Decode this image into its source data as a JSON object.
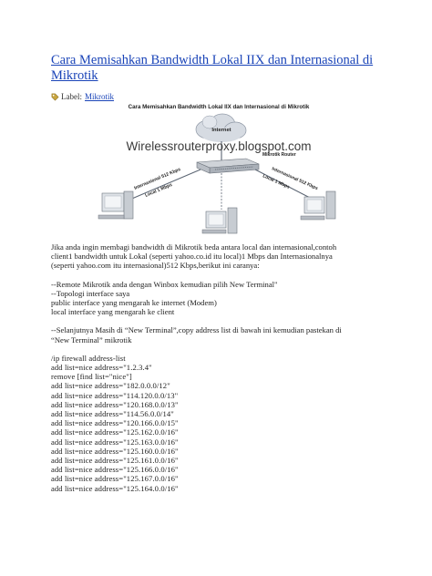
{
  "post": {
    "title": "Cara Memisahkan Bandwidth Lokal IIX dan Internasional di Mikrotik",
    "label_prefix": "Label:",
    "label_link": "Mikrotik"
  },
  "diagram": {
    "heading": "Cara Memisahkan Bandwidth Lokal IIX dan Internasional di Mikrotik",
    "watermark": "Wirelessrouterproxy.blogspot.com",
    "internet_label": "Internet",
    "router_label": "Mikrotik Router",
    "left_link_top": "Internasional 512 Kbps",
    "left_link_bottom": "Local 1 Mbps",
    "right_link_top": "Internasional 512 Kbps",
    "right_link_bottom": "Local 1 Mbps",
    "colors": {
      "cloud": "#d6dbe2",
      "line": "#5b6573",
      "watermark": "#3a3a3a"
    }
  },
  "content": {
    "intro": [
      "Jika anda ingin membagi bandwidth di Mikrotik beda antara local dan internasional,contoh",
      "client1 bandwidth untuk Lokal (seperti yahoo.co.id itu local)1 Mbps dan Internasionalnya",
      "(seperti yahoo.com itu internasional)512 Kbps,berikut ini caranya:"
    ],
    "remote": [
      "--Remote Mikrotik anda dengan Winbox kemudian pilih New Terminal\"",
      "--Topologi interface saya",
      "public interface yang mengarah ke internet (Modem)",
      "local interface yang mengarah ke client"
    ],
    "step": [
      "--Selanjutnya Masih di “New Terminal”,copy address list di bawah ini kemudian pastekan di",
      "“New Terminal” mikrotik"
    ],
    "code": [
      "/ip firewall address-list",
      "add list=nice address=\"1.2.3.4\"",
      "remove [find list=\"nice\"]",
      "add list=nice address=\"182.0.0.0/12\"",
      "add list=nice address=\"114.120.0.0/13\"",
      "add list=nice address=\"120.168.0.0/13\"",
      "add list=nice address=\"114.56.0.0/14\"",
      "add list=nice address=\"120.166.0.0/15\"",
      "add list=nice address=\"125.162.0.0/16\"",
      "add list=nice address=\"125.163.0.0/16\"",
      "add list=nice address=\"125.160.0.0/16\"",
      "add list=nice address=\"125.161.0.0/16\"",
      "add list=nice address=\"125.166.0.0/16\"",
      "add list=nice address=\"125.167.0.0/16\"",
      "add list=nice address=\"125.164.0.0/16\""
    ]
  }
}
